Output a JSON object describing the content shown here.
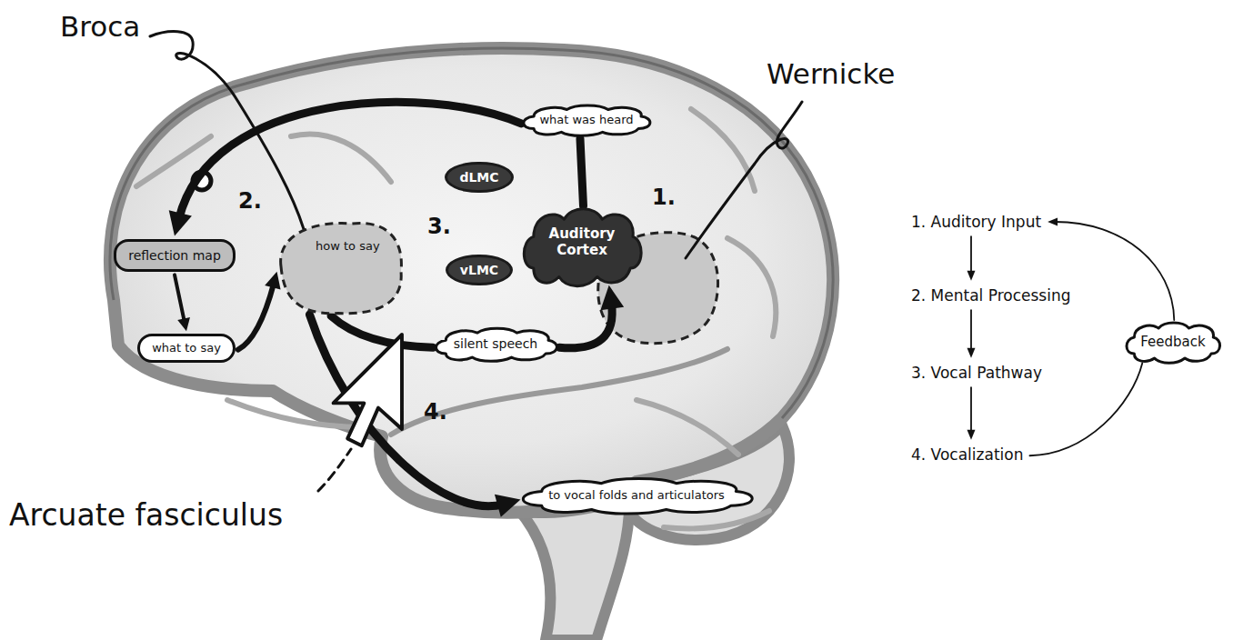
{
  "diagram": {
    "nodes": [
      {
        "text": [
          "what was heard"
        ]
      },
      {
        "text": [
          "dLMC"
        ]
      },
      {
        "text": [
          "reflection map"
        ]
      },
      {
        "text": [
          "how to say"
        ]
      },
      {
        "text": [
          "Auditory Cortex"
        ]
      },
      {
        "text": [
          "vLMC"
        ]
      },
      {
        "text": [
          "what to say"
        ]
      },
      {
        "text": [
          "silent speech"
        ]
      },
      {
        "text": [
          "to vocal folds and articulators"
        ]
      },
      {
        "text": [
          "1. Auditory Input"
        ]
      },
      {
        "text": [
          "2. Mental Processing"
        ]
      },
      {
        "text": [
          "Feedback"
        ]
      },
      {
        "text": [
          "3. Vocal Pathway"
        ]
      },
      {
        "text": [
          "4. Vocalization"
        ]
      }
    ],
    "edges": [
      {
        "from": 4,
        "to": 0,
        "arrow": "none"
      },
      {
        "from": 0,
        "to": 2,
        "arrow": "to"
      },
      {
        "from": 2,
        "to": 6,
        "arrow": "to"
      },
      {
        "from": 6,
        "to": 3,
        "arrow": "to"
      },
      {
        "from": 3,
        "to": 7,
        "arrow": "none"
      },
      {
        "from": 7,
        "to": 4,
        "arrow": "to"
      },
      {
        "from": 3,
        "to": 8,
        "arrow": "to"
      },
      {
        "from": 9,
        "to": 10,
        "arrow": "to"
      },
      {
        "from": 10,
        "to": 12,
        "arrow": "to"
      },
      {
        "from": 12,
        "to": 13,
        "arrow": "to"
      },
      {
        "from": 13,
        "to": 11,
        "arrow": "none"
      },
      {
        "from": 11,
        "to": 9,
        "arrow": "to"
      }
    ],
    "labels": [
      "Broca",
      "Wernicke",
      "Arcuate fasciculus",
      "1.",
      "2.",
      "3.",
      "4."
    ]
  }
}
